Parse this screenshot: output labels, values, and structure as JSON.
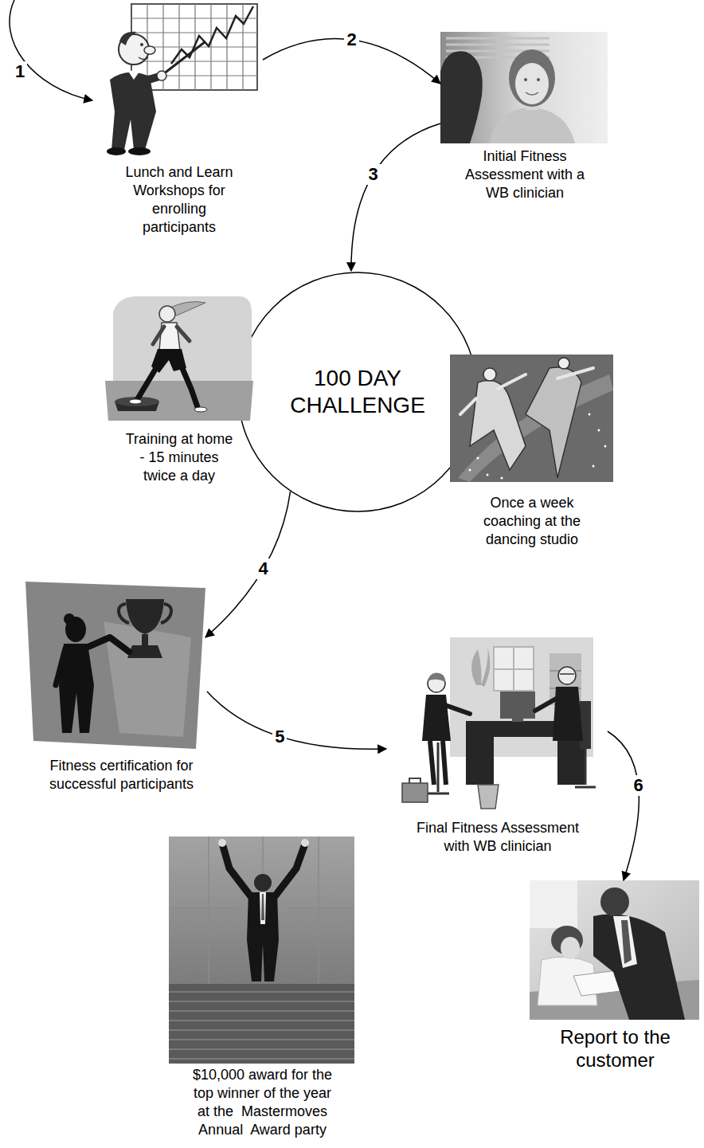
{
  "diagram": {
    "nodes": [
      {
        "text": [
          "Lunch and Learn Workshops for enrolling participants"
        ]
      },
      {
        "text": [
          "Initial Fitness Assessment with a WB clinician"
        ]
      },
      {
        "text": [
          "100 DAY CHALLENGE"
        ]
      },
      {
        "text": [
          "Training at home - 15 minutes twice a day"
        ]
      },
      {
        "text": [
          "Once a week coaching at the dancing studio"
        ]
      },
      {
        "text": [
          "Fitness certification for successful participants"
        ]
      },
      {
        "text": [
          "Final Fitness Assessment with WB clinician"
        ]
      },
      {
        "text": [
          "Report to the customer"
        ]
      },
      {
        "text": [
          "$10,000 award for the top winner of the year at the  Mastermoves Annual  Award party"
        ]
      }
    ],
    "edges": [
      {
        "from": 0,
        "to": 1,
        "label": "2",
        "arrow": "to"
      },
      {
        "from": 1,
        "to": 2,
        "label": "3",
        "arrow": "to"
      },
      {
        "from": 2,
        "to": 5,
        "label": "4",
        "arrow": "to"
      },
      {
        "from": 5,
        "to": 6,
        "label": "5",
        "arrow": "to"
      },
      {
        "from": 6,
        "to": 7,
        "label": "6",
        "arrow": "to"
      }
    ],
    "labels": [
      "1"
    ]
  }
}
